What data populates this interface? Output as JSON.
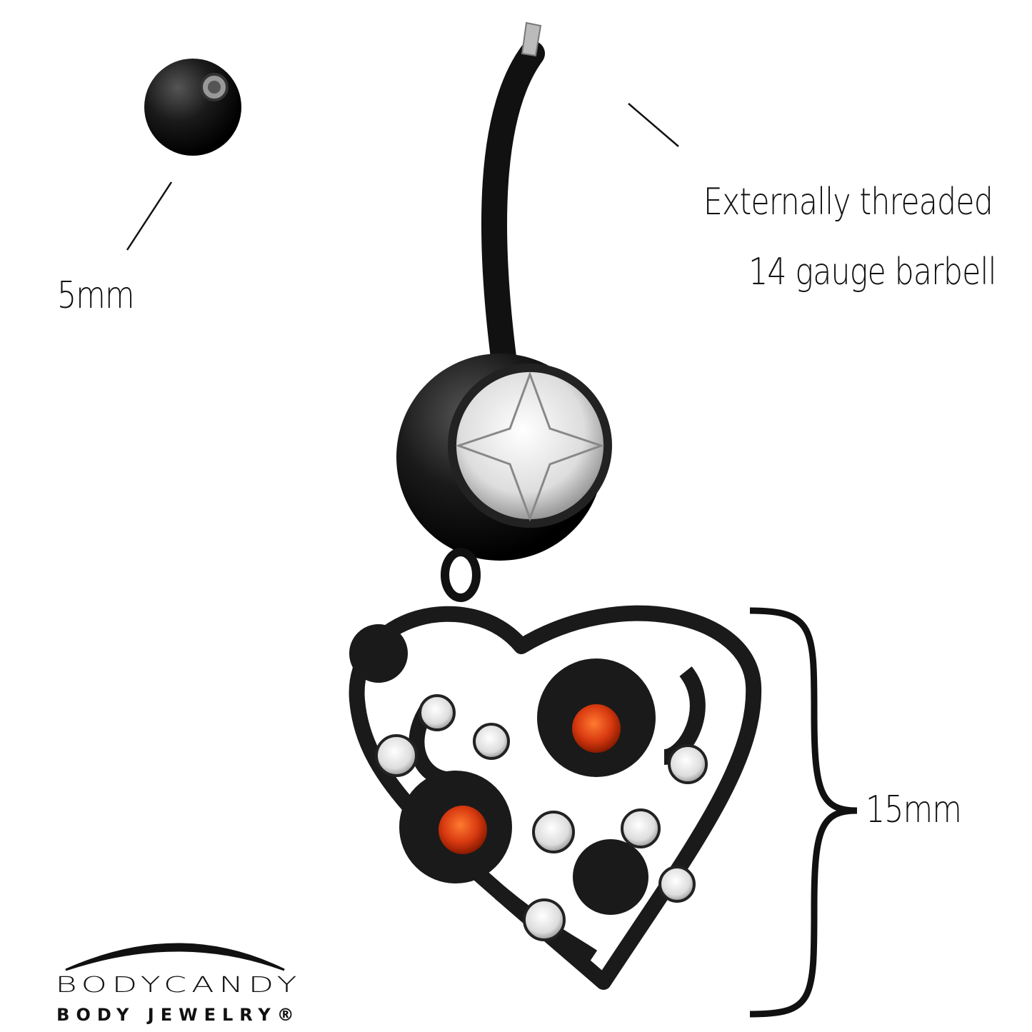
{
  "annotations": {
    "ball_size": "5mm",
    "barbell_line1": "Externally threaded",
    "barbell_line2": "14 gauge barbell",
    "charm_size": "15mm"
  },
  "logo": {
    "brand": "BODYCANDY",
    "tagline": "BODY JEWELRY®"
  },
  "colors": {
    "metal": "#1a1a1a",
    "red_gem": "#d83a10",
    "clear_gem": "#e8e8e8",
    "background": "#ffffff"
  }
}
